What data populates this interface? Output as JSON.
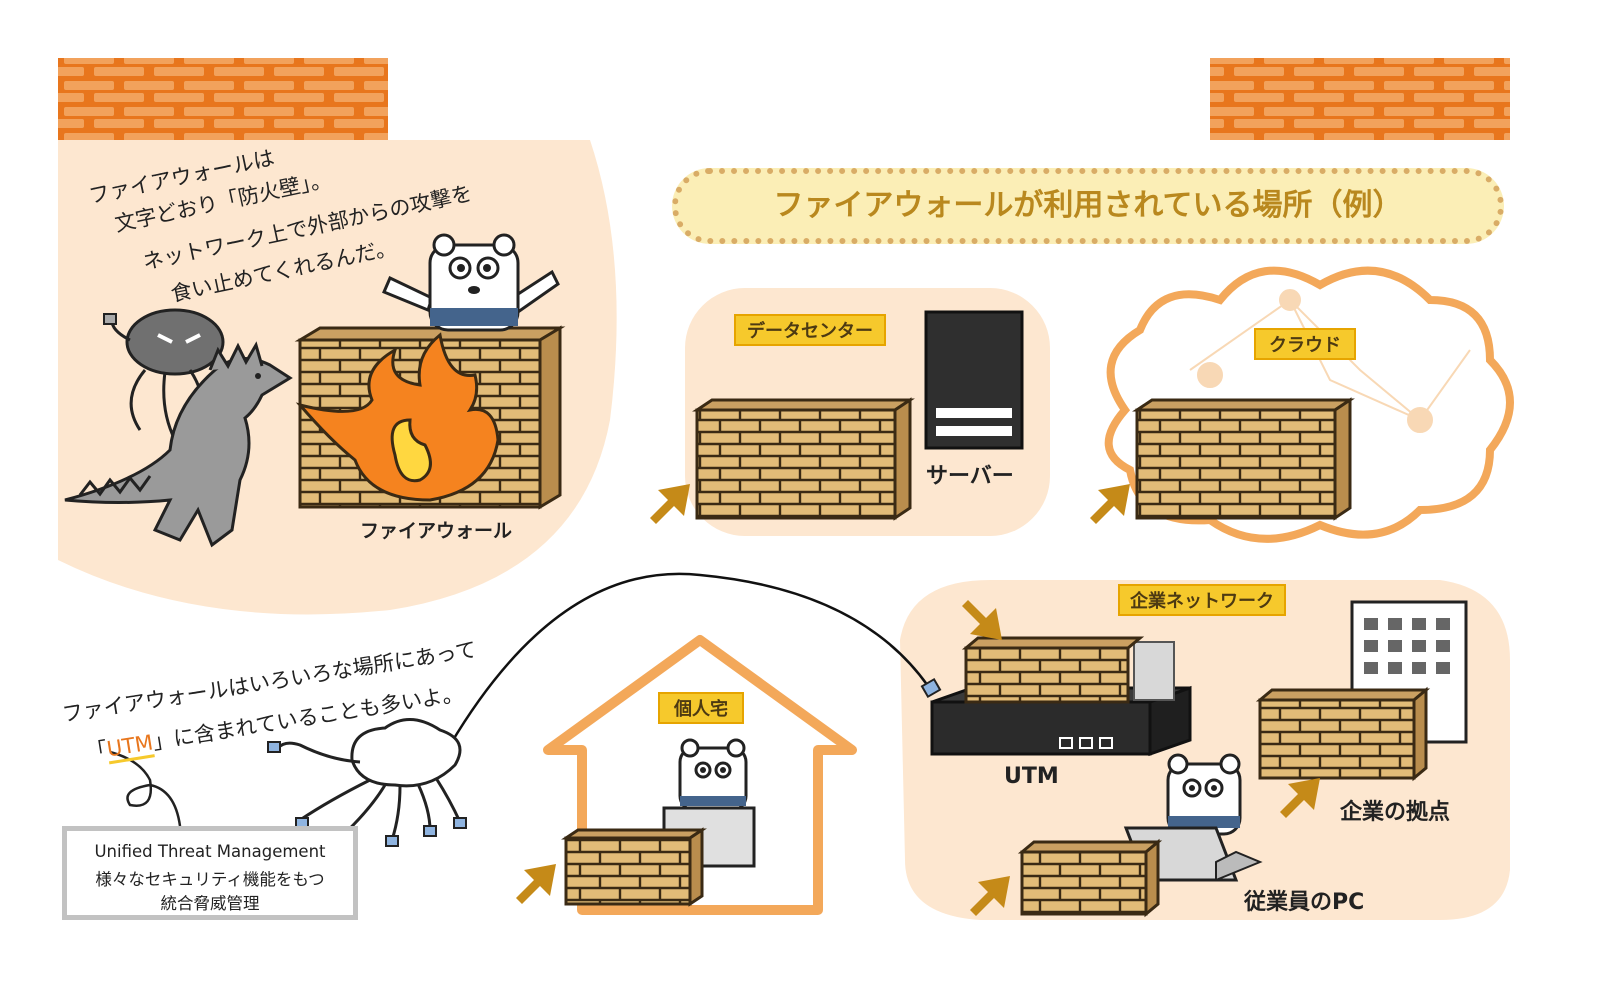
{
  "title": "ファイアウォールはネットワークの防火壁！",
  "subtitle": "ファイアウォールが利用されている場所（例）",
  "intro": {
    "lines": [
      "ファイアウォールは",
      "文字どおり「防火壁」。",
      "ネットワーク上で外部からの攻撃を",
      "食い止めてくれるんだ。"
    ]
  },
  "firewall_label": "ファイアウォール",
  "locations": {
    "datacenter": {
      "tag": "データセンター",
      "server_label": "サーバー"
    },
    "cloud": {
      "tag": "クラウド"
    },
    "home": {
      "tag": "個人宅"
    },
    "enterprise": {
      "tag": "企業ネットワーク",
      "utm_label": "UTM",
      "branch_label": "企業の拠点",
      "pc_label": "従業員のPC"
    }
  },
  "utm_text": {
    "line1": "ファイアウォールはいろいろな場所にあって",
    "line2_open": "「",
    "line2_utm": "UTM",
    "line2_rest": "」に含まれていることも多いよ。"
  },
  "utm_note": {
    "line1": "Unified Threat Management",
    "line2": "様々なセキュリティ機能をもつ",
    "line3": "統合脅威管理"
  },
  "colors": {
    "banner": "#e8761d",
    "brick": "#e2bc78",
    "peach": "#fde7d0",
    "tag": "#f6c92c",
    "arrow": "#c58a18"
  }
}
